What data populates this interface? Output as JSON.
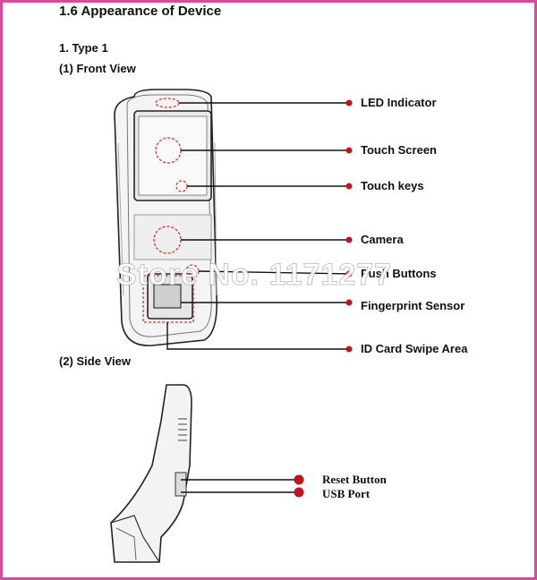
{
  "doc": {
    "section_title": "1.6 Appearance of Device",
    "type_heading": "1. Type 1",
    "front_view_heading": "(1) Front View",
    "side_view_heading": "(2) Side View",
    "watermark": "Store No. 1171277"
  },
  "front_labels": [
    "LED Indicator",
    "Touch Screen",
    "Touch keys",
    "Camera",
    "Push Buttons",
    "Fingerprint Sensor",
    "ID Card Swipe Area"
  ],
  "side_labels": [
    "Reset Button",
    "USB Port"
  ],
  "colors": {
    "frame": "#d84a9c",
    "callout_dot": "#c0141e",
    "marker": "#e0302e",
    "line": "#111111"
  }
}
